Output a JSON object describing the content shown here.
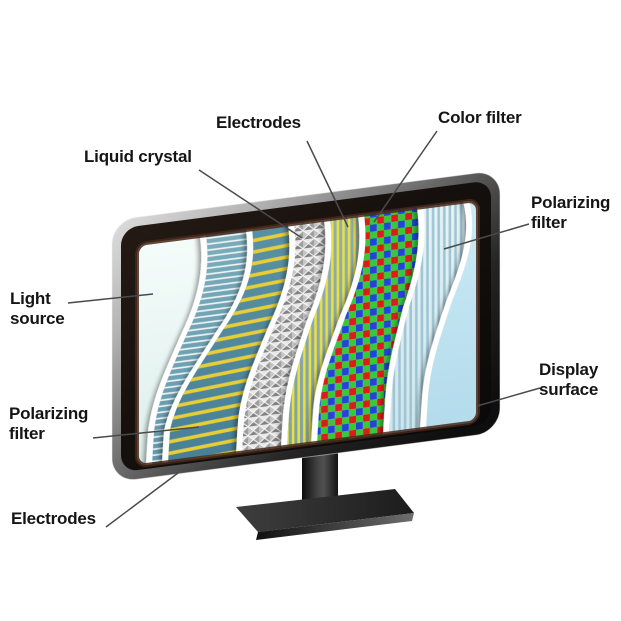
{
  "figure": {
    "title": "LCD display layer structure diagram",
    "background_color": "#ffffff"
  },
  "labels": {
    "electrodes_top": "Electrodes",
    "color_filter": "Color filter",
    "liquid_crystal": "Liquid crystal",
    "polarizing_filter_right": "Polarizing\nfilter",
    "light_source": "Light\nsource",
    "polarizing_filter_left": "Polarizing\nfilter",
    "display_surface": "Display\nsurface",
    "electrodes_bottom": "Electrodes"
  },
  "layers": [
    {
      "name": "Light source",
      "appearance": "pale white-cyan panel",
      "color": "#eaf7f3"
    },
    {
      "name": "Polarizing filter",
      "appearance": "teal with thin white horizontal stripes",
      "color": "#5b93a8",
      "stripe_color": "#f2fafa"
    },
    {
      "name": "Electrodes",
      "appearance": "teal with yellow horizontal stripes",
      "color": "#4f8a9e",
      "stripe_color": "#e7ce36"
    },
    {
      "name": "Liquid crystal",
      "appearance": "gray quilted diamond texture",
      "color": "#bdbdbd"
    },
    {
      "name": "Electrodes",
      "appearance": "vertical yellow stripes on gray-teal",
      "color": "#87a3a8",
      "stripe_color": "#e9e23c"
    },
    {
      "name": "Color filter",
      "appearance": "RGB checkerboard",
      "colors": [
        "#dc1f1f",
        "#36c93a",
        "#2543da"
      ]
    },
    {
      "name": "Polarizing filter",
      "appearance": "pale blue vertical stripes",
      "color": "#e6f2f6",
      "stripe_color": "#9fc5d3"
    },
    {
      "name": "Display surface",
      "appearance": "smooth light blue panel",
      "color": "#bfe2f0"
    }
  ],
  "monitor": {
    "frame_color": "#2b2b2b",
    "rim_highlight_color": "#d9d9d9",
    "bezel_inner_color": "#46281a",
    "stand_color": "#262626"
  },
  "leader_line_color": "#4a4a4a"
}
